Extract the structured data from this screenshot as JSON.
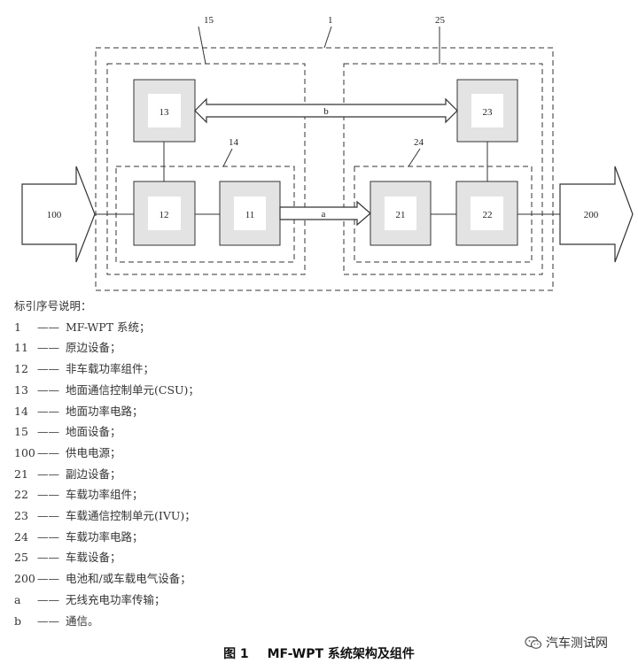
{
  "diagram": {
    "labels": {
      "system": "1",
      "ground_equipment": "15",
      "vehicle_equipment": "25",
      "ground_power_circuit": "14",
      "vehicle_power_circuit": "24",
      "csu": "13",
      "ivu": "23",
      "off_board_component": "12",
      "primary_device": "11",
      "secondary_device": "21",
      "on_board_component": "22",
      "power_supply": "100",
      "battery": "200",
      "comm_link": "b",
      "power_link": "a"
    }
  },
  "legend": {
    "title": "标引序号说明：",
    "items": [
      {
        "key": "1",
        "sep": "——",
        "text": "MF-WPT 系统；"
      },
      {
        "key": "11",
        "sep": "——",
        "text": "原边设备；"
      },
      {
        "key": "12",
        "sep": "——",
        "text": "非车载功率组件；"
      },
      {
        "key": "13",
        "sep": "——",
        "text": "地面通信控制单元(CSU)；"
      },
      {
        "key": "14",
        "sep": "——",
        "text": "地面功率电路；"
      },
      {
        "key": "15",
        "sep": "——",
        "text": "地面设备；"
      },
      {
        "key": "100",
        "sep": "——",
        "text": "供电电源；"
      },
      {
        "key": "21",
        "sep": "——",
        "text": "副边设备；"
      },
      {
        "key": "22",
        "sep": "——",
        "text": "车载功率组件；"
      },
      {
        "key": "23",
        "sep": "——",
        "text": "车载通信控制单元(IVU)；"
      },
      {
        "key": "24",
        "sep": "——",
        "text": "车载功率电路；"
      },
      {
        "key": "25",
        "sep": "——",
        "text": "车载设备；"
      },
      {
        "key": "200",
        "sep": "——",
        "text": "电池和/或车载电气设备；"
      },
      {
        "key": "a",
        "sep": "——",
        "text": "无线充电功率传输；"
      },
      {
        "key": "b",
        "sep": "——",
        "text": "通信。"
      }
    ]
  },
  "caption": {
    "figure": "图 1",
    "title": "MF-WPT 系统架构及组件"
  },
  "watermark": {
    "text": "汽车测试网",
    "icon": "wechat-icon"
  }
}
